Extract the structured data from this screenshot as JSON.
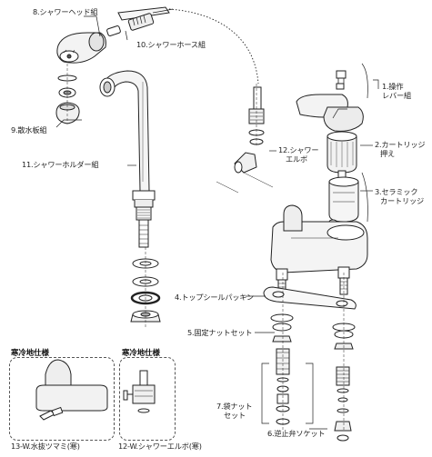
{
  "labels": {
    "shower_head": "8.シャワーヘッド組",
    "shower_hose": "10.シャワーホース組",
    "lever": "1.操作\nレバー組",
    "spray_plate": "9.散水板組",
    "cartridge_cover_1": "2.カートリッジ",
    "cartridge_cover_2": "押え",
    "shower_elbow_1": "12.シャワー",
    "shower_elbow_2": "エルボ",
    "shower_holder": "11.シャワーホルダー組",
    "ceramic_1": "3.セラミック",
    "ceramic_2": "カートリッジ",
    "top_seal": "4.トップシールパッキン",
    "fixing_nut": "5.固定ナットセット",
    "bag_nut_1": "7.袋ナット",
    "bag_nut_2": "セット",
    "check_valve": "6.逆止弁ソケット",
    "drain_knob": "13-W.水抜ツマミ(寒)",
    "shower_elbow_w": "12-W.シャワーエルボ(寒)"
  },
  "insets": {
    "cold_region_1": "寒冷地仕様",
    "cold_region_2": "寒冷地仕様"
  },
  "icons": {
    "style": "line-art exploded parts diagram"
  }
}
